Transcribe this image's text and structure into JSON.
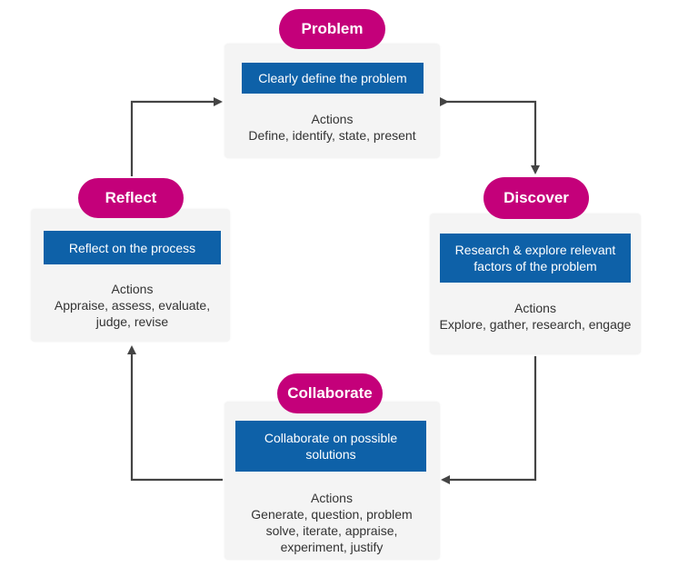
{
  "problem": {
    "label": "Problem",
    "banner": "Clearly define the problem",
    "actions_title": "Actions",
    "actions_text": "Define, identify, state, present"
  },
  "discover": {
    "label": "Discover",
    "banner": "Research & explore relevant factors of the problem",
    "actions_title": "Actions",
    "actions_text": "Explore, gather, research, engage"
  },
  "collaborate": {
    "label": "Collaborate",
    "banner": "Collaborate on possible solutions",
    "actions_title": "Actions",
    "actions_text": "Generate, question, problem solve, iterate, appraise, experiment, justify"
  },
  "reflect": {
    "label": "Reflect",
    "banner": "Reflect on the process",
    "actions_title": "Actions",
    "actions_text": "Appraise, assess, evaluate, judge, revise"
  },
  "colors": {
    "pill": "#c4007a",
    "banner": "#0e61a8",
    "card": "#f4f4f4",
    "arrow": "#444444"
  }
}
